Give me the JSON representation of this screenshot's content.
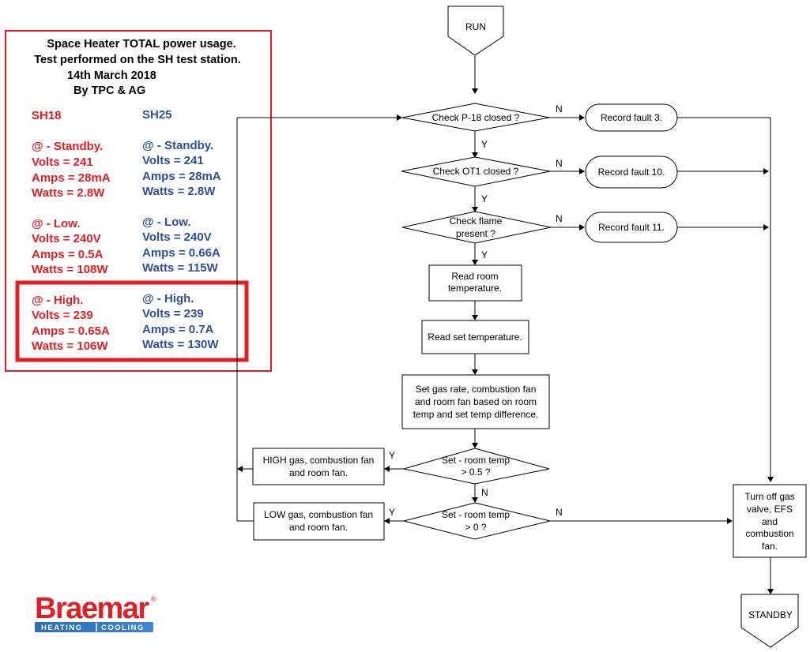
{
  "panel": {
    "title_lines": [
      "Space Heater TOTAL power usage.",
      "Test performed on the SH test station.",
      "14th March 2018",
      "By TPC & AG"
    ],
    "colors": {
      "sh18": "#e31e24",
      "sh25": "#2d4f9e",
      "border": "#e31e24"
    },
    "sh18": {
      "header": "SH18",
      "standby": [
        "@ - Standby.",
        "Volts = 241",
        "Amps = 28mA",
        "Watts = 2.8W"
      ],
      "low": [
        "@ - Low.",
        "Volts = 240V",
        "Amps = 0.5A",
        "Watts = 108W"
      ],
      "high": [
        "@ - High.",
        "Volts = 239",
        "Amps = 0.65A",
        "Watts = 106W"
      ]
    },
    "sh25": {
      "header": "SH25",
      "standby": [
        "@ - Standby.",
        "Volts = 241",
        "Amps = 28mA",
        "Watts = 2.8W"
      ],
      "low": [
        "@ - Low.",
        "Volts = 240V",
        "Amps = 0.66A",
        "Watts = 115W"
      ],
      "high": [
        "@ - High.",
        "Volts = 239",
        "Amps = 0.7A",
        "Watts = 130W"
      ]
    }
  },
  "flow": {
    "run": "RUN",
    "standby": "STANDBY",
    "check_p18": "Check P-18 closed ?",
    "check_ot1": "Check OT1 closed ?",
    "check_flame": [
      "Check flame",
      "present ?"
    ],
    "fault3": "Record fault 3.",
    "fault10": "Record fault 10.",
    "fault11": "Record fault 11.",
    "read_room": [
      "Read room",
      "temperature."
    ],
    "read_set": "Read set temperature.",
    "set_gas": [
      "Set gas rate, combustion fan",
      "and room fan based on room",
      "temp and set temp difference."
    ],
    "dec_high": [
      "Set - room temp",
      "> 0.5 ?"
    ],
    "dec_low": [
      "Set - room temp",
      "> 0 ?"
    ],
    "high_box": [
      "HIGH gas, combustion fan",
      "and room fan."
    ],
    "low_box": [
      "LOW gas, combustion fan",
      "and room fan."
    ],
    "turn_off": [
      "Turn off gas",
      "valve, EFS",
      "and",
      "combustion",
      "fan."
    ],
    "yes": "Y",
    "no": "N"
  },
  "logo": {
    "brand": "Braemar",
    "tagline_left": "HEATING",
    "tagline_right": "COOLING",
    "registered": "®",
    "colors": {
      "brand": "#e31e24",
      "tagline": "#2d6bb5"
    }
  }
}
